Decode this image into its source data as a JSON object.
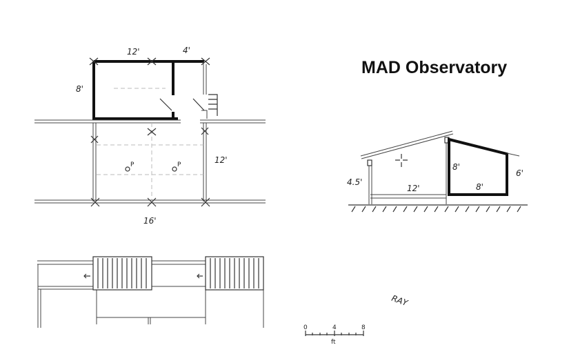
{
  "title": "MAD Observatory",
  "floor_plan": {
    "dim_top_main": "12'",
    "dim_top_side": "4'",
    "dim_left": "8'",
    "dim_right": "12'",
    "dim_bottom": "16'",
    "pier_labels": [
      "P",
      "P"
    ]
  },
  "section": {
    "dim_left_height": "4.5'",
    "dim_floor": "12'",
    "dim_room_height": "8'",
    "dim_room_width": "8'",
    "dim_right_height": "6'"
  },
  "signature": "RAY",
  "scale_bar": {
    "ticks": [
      "0",
      "4",
      "8"
    ],
    "unit": "ft"
  }
}
